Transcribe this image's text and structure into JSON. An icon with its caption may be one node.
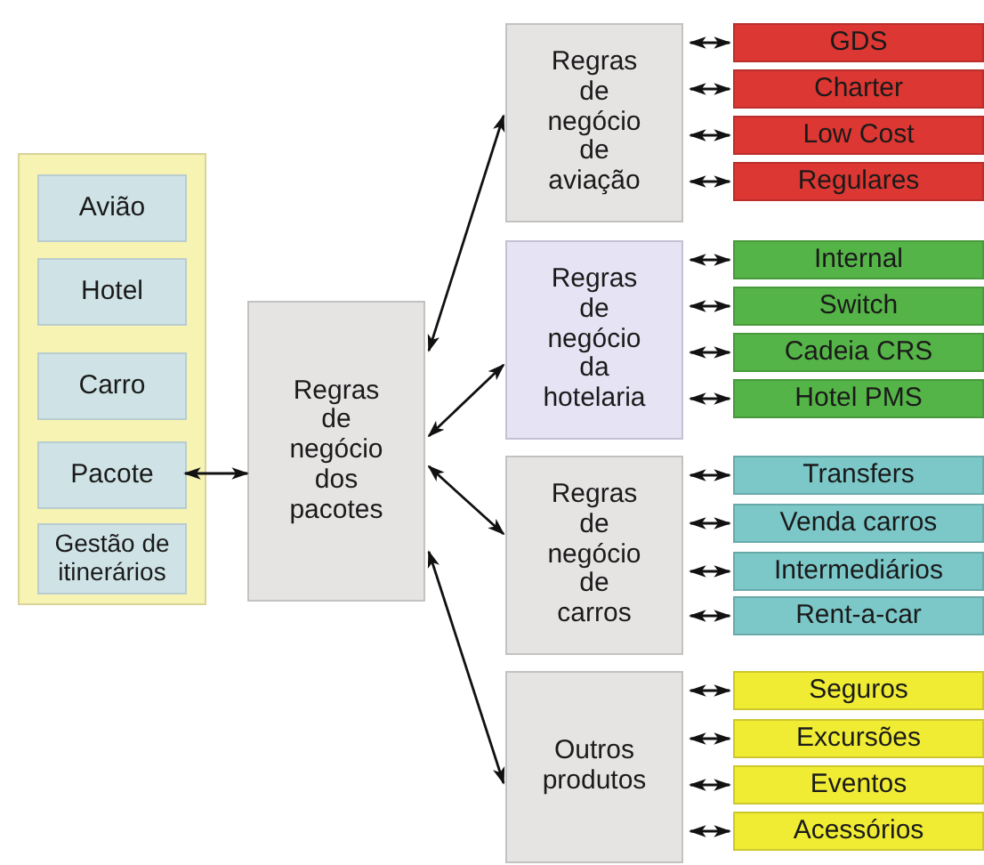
{
  "diagram": {
    "nodes": [
      {
        "text": [],
        "shape": "box"
      },
      {
        "text": [
          "Avião"
        ],
        "in": 0
      },
      {
        "text": [
          "Hotel"
        ],
        "in": 0
      },
      {
        "text": [
          "Carro"
        ],
        "in": 0
      },
      {
        "text": [
          "Pacote"
        ],
        "in": 0
      },
      {
        "text": [
          "Gestão de itinerários"
        ],
        "in": 0
      },
      {
        "text": [
          "Regras de negócio dos pacotes"
        ]
      },
      {
        "text": [
          "Regras de negócio de aviação"
        ]
      },
      {
        "text": [
          "Regras de negócio da hotelaria"
        ]
      },
      {
        "text": [
          "Regras de negócio de carros"
        ]
      },
      {
        "text": [
          "Outros produtos"
        ]
      },
      {
        "text": [
          "GDS"
        ]
      },
      {
        "text": [
          "Charter"
        ]
      },
      {
        "text": [
          "Low Cost"
        ]
      },
      {
        "text": [
          "Regulares"
        ]
      },
      {
        "text": [
          "Internal"
        ]
      },
      {
        "text": [
          "Switch"
        ]
      },
      {
        "text": [
          "Cadeia CRS"
        ]
      },
      {
        "text": [
          "Hotel PMS"
        ]
      },
      {
        "text": [
          "Transfers"
        ]
      },
      {
        "text": [
          "Venda carros"
        ]
      },
      {
        "text": [
          "Intermediários"
        ]
      },
      {
        "text": [
          "Rent-a-car"
        ]
      },
      {
        "text": [
          "Seguros"
        ]
      },
      {
        "text": [
          "Excursões"
        ]
      },
      {
        "text": [
          "Eventos"
        ]
      },
      {
        "text": [
          "Acessórios"
        ]
      }
    ],
    "edges": [
      {
        "from": 4,
        "to": 6,
        "arrow": "both"
      },
      {
        "from": 6,
        "to": 7,
        "arrow": "both"
      },
      {
        "from": 6,
        "to": 8,
        "arrow": "both"
      },
      {
        "from": 6,
        "to": 9,
        "arrow": "both"
      },
      {
        "from": 6,
        "to": 10,
        "arrow": "both"
      },
      {
        "from": 7,
        "to": 11,
        "arrow": "both"
      },
      {
        "from": 7,
        "to": 12,
        "arrow": "both"
      },
      {
        "from": 7,
        "to": 13,
        "arrow": "both"
      },
      {
        "from": 7,
        "to": 14,
        "arrow": "both"
      },
      {
        "from": 8,
        "to": 15,
        "arrow": "both"
      },
      {
        "from": 8,
        "to": 16,
        "arrow": "both"
      },
      {
        "from": 8,
        "to": 17,
        "arrow": "both"
      },
      {
        "from": 8,
        "to": 18,
        "arrow": "both"
      },
      {
        "from": 9,
        "to": 19,
        "arrow": "both"
      },
      {
        "from": 9,
        "to": 20,
        "arrow": "both"
      },
      {
        "from": 9,
        "to": 21,
        "arrow": "both"
      },
      {
        "from": 9,
        "to": 22,
        "arrow": "both"
      },
      {
        "from": 10,
        "to": 23,
        "arrow": "both"
      },
      {
        "from": 10,
        "to": 24,
        "arrow": "both"
      },
      {
        "from": 10,
        "to": 25,
        "arrow": "both"
      },
      {
        "from": 10,
        "to": 26,
        "arrow": "both"
      }
    ]
  }
}
